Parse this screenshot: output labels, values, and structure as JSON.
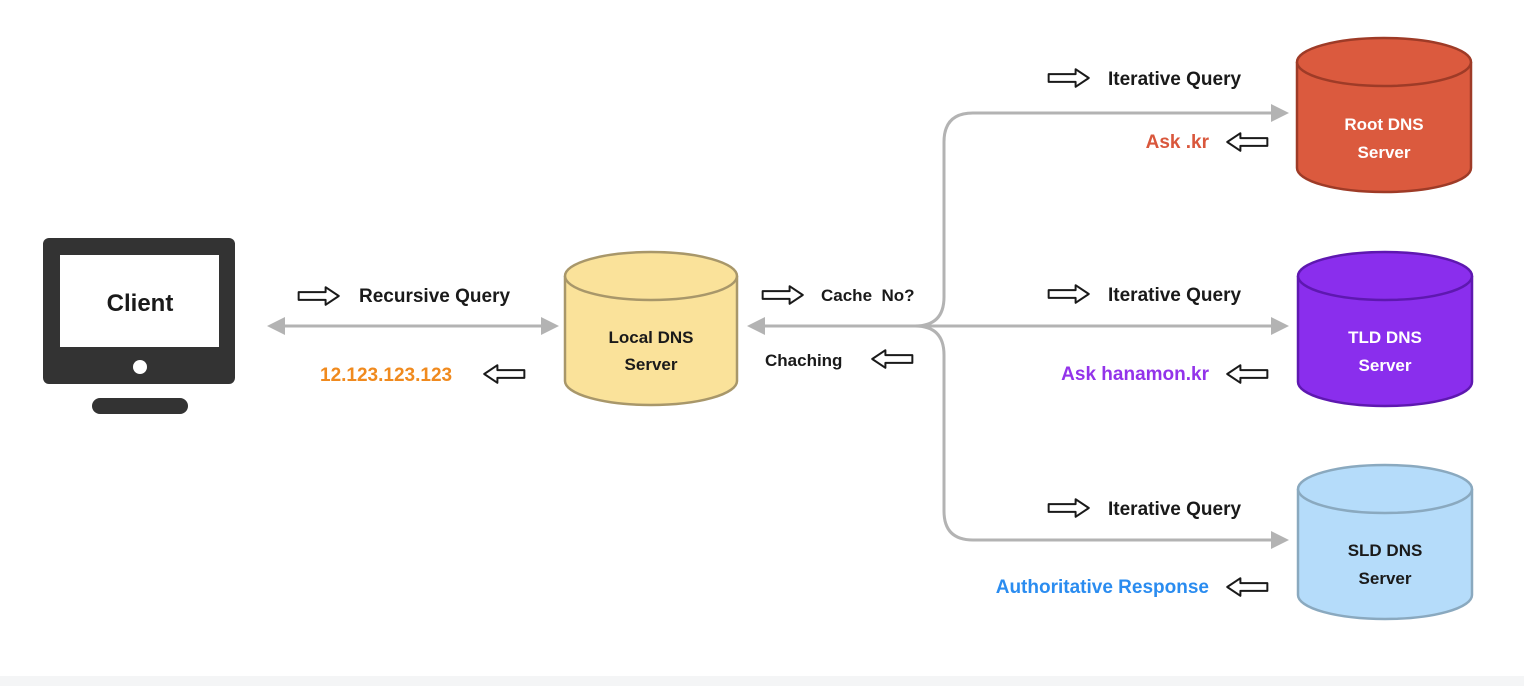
{
  "client": {
    "label": "Client"
  },
  "local_server": {
    "line1": "Local DNS",
    "line2": "Server"
  },
  "root_server": {
    "line1": "Root DNS",
    "line2": "Server"
  },
  "tld_server": {
    "line1": "TLD DNS",
    "line2": "Server"
  },
  "sld_server": {
    "line1": "SLD DNS",
    "line2": "Server"
  },
  "labels": {
    "recursive_query": "Recursive Query",
    "ip_response": "12.123.123.123",
    "cache_no": "Cache  No?",
    "caching": "Chaching",
    "iterative_query_root": "Iterative Query",
    "ask_kr": "Ask .kr",
    "iterative_query_tld": "Iterative Query",
    "ask_hanamon": "Ask hanamon.kr",
    "iterative_query_sld": "Iterative Query",
    "authoritative_response": "Authoritative Response"
  },
  "colors": {
    "monitor": "#333333",
    "connector": "#b3b3b3",
    "local_fill": "#fae29a",
    "local_stroke": "#a8976a",
    "root_fill": "#db5a3e",
    "root_stroke": "#9e3b27",
    "tld_fill": "#8a2eed",
    "tld_stroke": "#5e18b0",
    "sld_fill": "#b5dcfa",
    "sld_stroke": "#8aa9bf",
    "ip_text": "#f08a1e",
    "ask_kr_text": "#d9573c",
    "ask_hanamon_text": "#9333ea",
    "authoritative_text": "#2a8cf0",
    "label_text": "#1a1a1a"
  }
}
